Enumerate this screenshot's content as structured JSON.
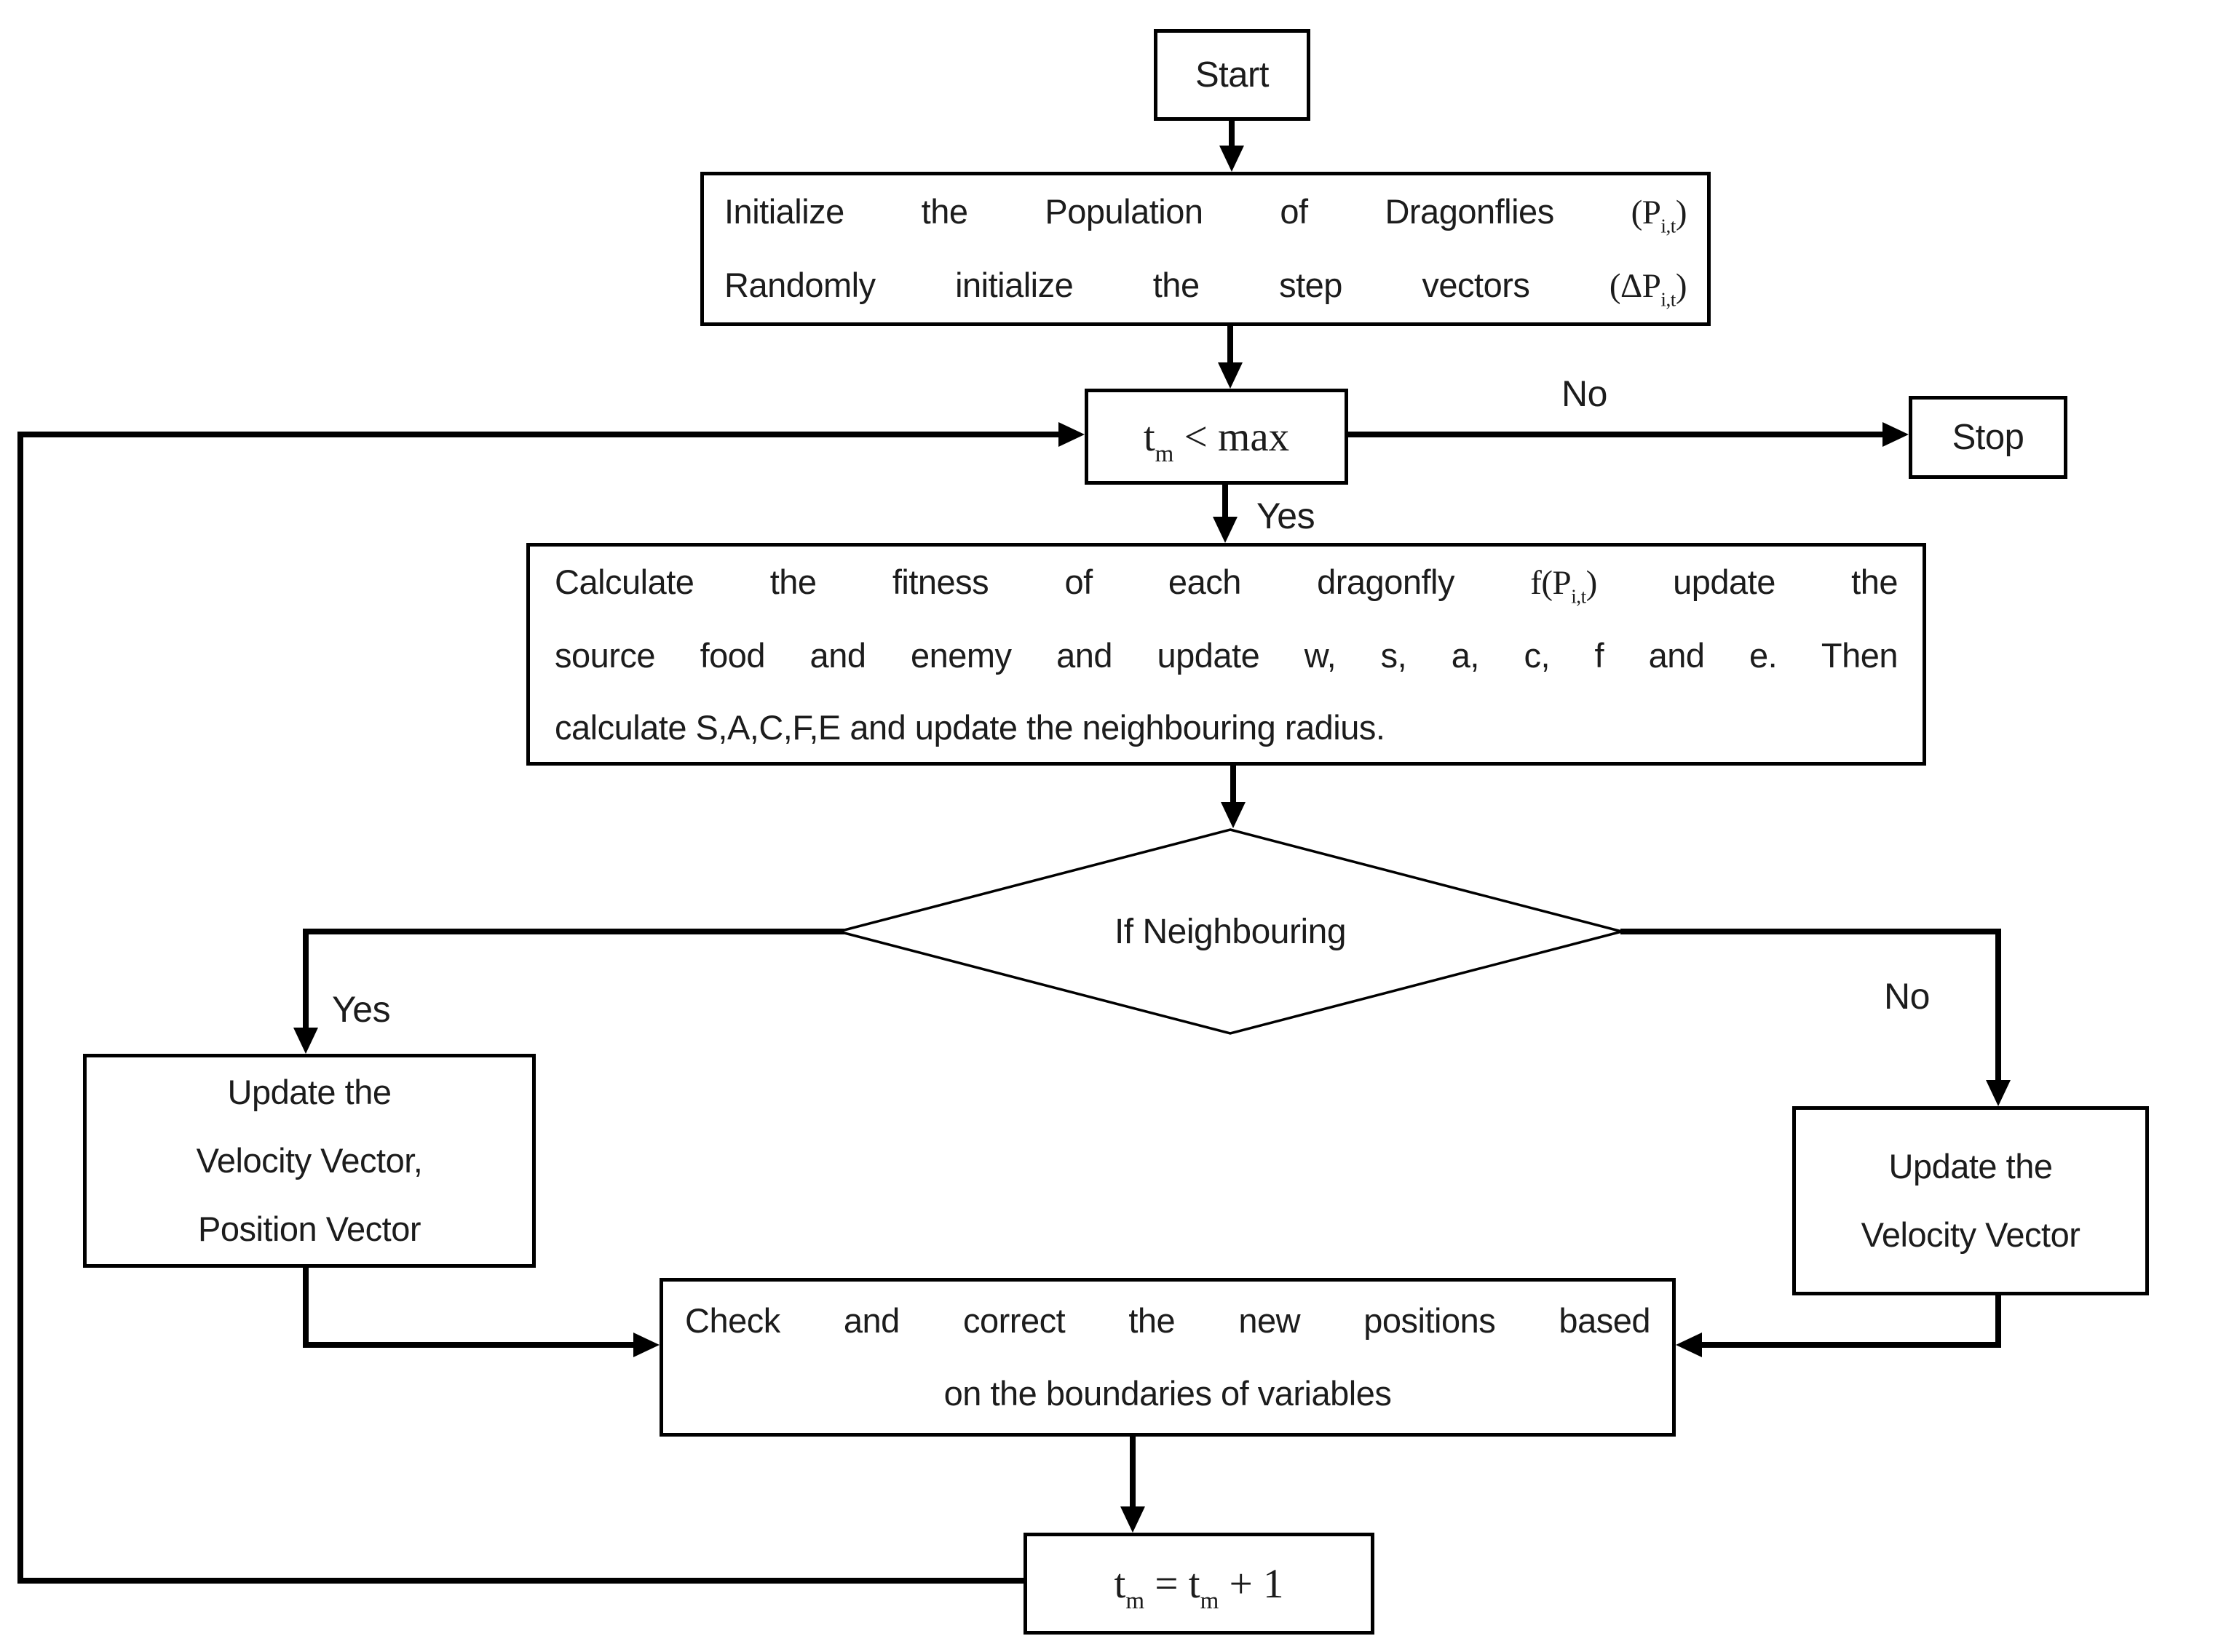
{
  "flowchart": {
    "start": {
      "label": "Start"
    },
    "init": {
      "line1_text": "Initialize the Population of Dragonflies ",
      "line1_math_pre": "(P",
      "line1_sub": "i,t",
      "line1_math_post": ")",
      "line2_text": "Randomly initialize the step vectors ",
      "line2_math_pre": "(ΔP",
      "line2_sub": "i,t",
      "line2_math_post": ")"
    },
    "iter_check": {
      "var_base": "t",
      "var_sub": "m",
      "comparison": " < max"
    },
    "stop": {
      "label": "Stop"
    },
    "fitness": {
      "line1_text": "Calculate the fitness of each dragonfly ",
      "line1_math_pre": "f(P",
      "line1_sub": "i,t",
      "line1_math_post": ")",
      "line1_tail": " update the",
      "line2": "source food and enemy and update w, s, a, c, f and e. Then",
      "line3": "calculate S,A,C,F,E and update the neighbouring radius."
    },
    "neighbouring": {
      "label": "If Neighbouring"
    },
    "update_velocity_position": {
      "line1": "Update the",
      "line2": "Velocity Vector,",
      "line3": "Position Vector"
    },
    "update_velocity": {
      "line1": "Update the",
      "line2": "Velocity Vector"
    },
    "boundary_check": {
      "line1": "Check and correct the new positions based",
      "line2": "on the boundaries of variables"
    },
    "increment": {
      "t1_base": "t",
      "t1_sub": "m",
      "equals": " = ",
      "t2_base": "t",
      "t2_sub": "m",
      "plus": " + 1"
    },
    "edge_labels": {
      "no_stop": "No",
      "yes_continue": "Yes",
      "yes_neighbouring": "Yes",
      "no_neighbouring": "No"
    },
    "colors": {
      "line": "#000000",
      "text": "#1c1c1c",
      "background": "#ffffff"
    }
  }
}
